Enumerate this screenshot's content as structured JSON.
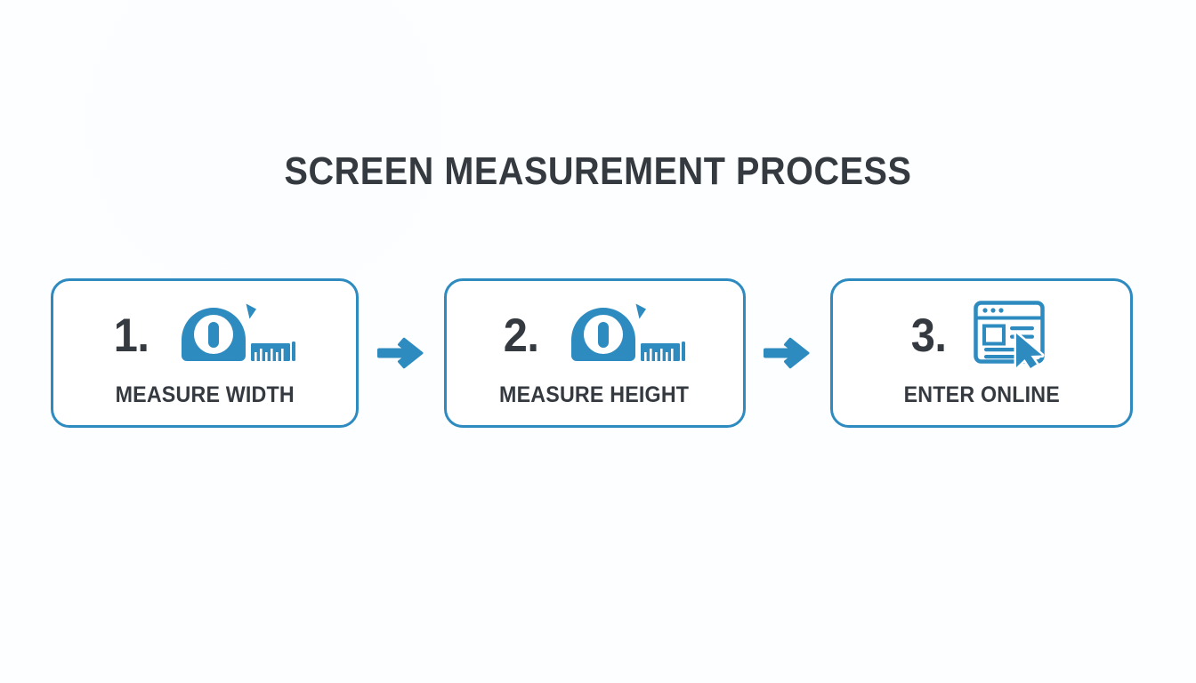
{
  "page": {
    "title": "SCREEN MEASUREMENT PROCESS",
    "background_color": "#fdfeff",
    "accent_color": "#2e8bc0",
    "text_color": "#343a40"
  },
  "flow": {
    "steps": [
      {
        "number": "1.",
        "label": "MEASURE WIDTH",
        "icon": "tape-measure-icon"
      },
      {
        "number": "2.",
        "label": "MEASURE HEIGHT",
        "icon": "tape-measure-icon"
      },
      {
        "number": "3.",
        "label": "ENTER ONLINE",
        "icon": "browser-window-cursor-icon"
      }
    ],
    "connectors": [
      {
        "icon": "arrow-right-icon"
      },
      {
        "icon": "arrow-right-icon"
      }
    ]
  }
}
